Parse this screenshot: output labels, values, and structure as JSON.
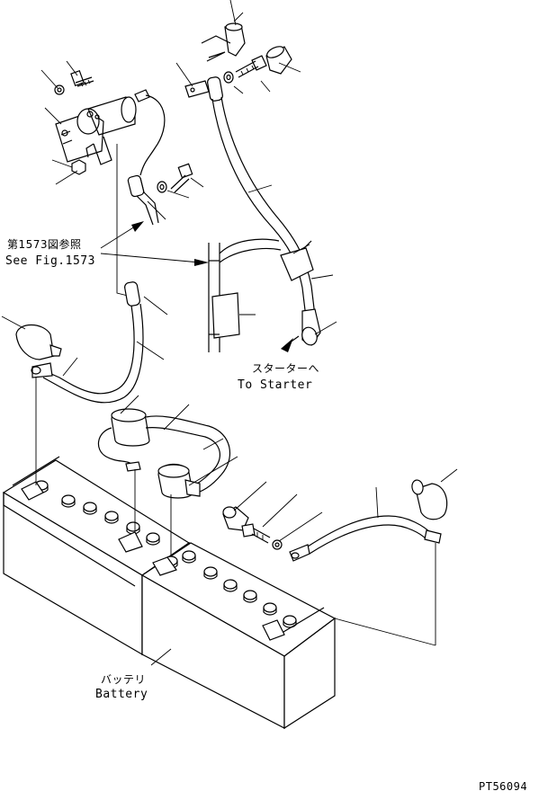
{
  "labels": {
    "see_fig_jp": "第1573図参照",
    "see_fig_en": "See Fig.1573",
    "to_starter_jp": "スターターへ",
    "to_starter_en": "To Starter",
    "battery_jp": "バッテリ",
    "battery_en": "Battery",
    "drawing_number": "PT56094"
  },
  "parts": [
    "battery-relay",
    "relay-bolt",
    "relay-washer",
    "relay-nut",
    "terminal-boot-top",
    "terminal-bolt-top",
    "terminal-washer-top",
    "ground-cable-to-starter",
    "clamp",
    "cable-to-relay",
    "battery-cable-left",
    "boot-left",
    "jumper-cable",
    "boot-center",
    "boot-small",
    "bolt-lower",
    "washer-lower",
    "ground-cable-right",
    "boot-right"
  ]
}
